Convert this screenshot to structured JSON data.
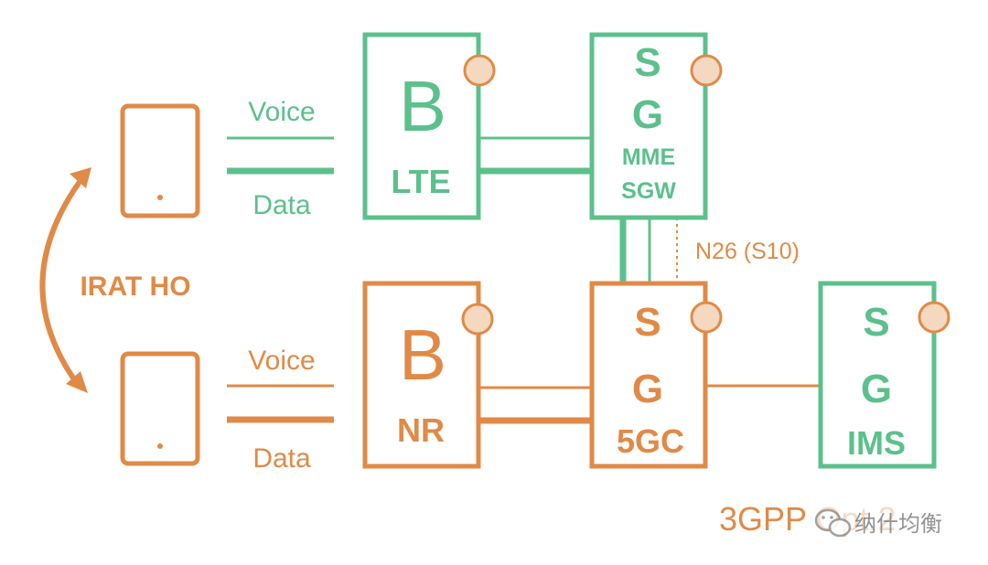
{
  "colors": {
    "lte_green": "#5cc08c",
    "nr_orange": "#e08a47",
    "node_circle_fill": "#f4d8c0",
    "watermark_gray": "#9a9a9a"
  },
  "ue_top": {
    "voice_label": "Voice",
    "data_label": "Data"
  },
  "ue_bottom": {
    "voice_label": "Voice",
    "data_label": "Data"
  },
  "handover": {
    "label": "IRAT HO"
  },
  "enb_lte": {
    "letter": "B",
    "label": "LTE"
  },
  "gnb_nr": {
    "letter": "B",
    "label": "NR"
  },
  "epc": {
    "s_letter": "S",
    "g_letter": "G",
    "label_line1": "MME",
    "label_line2": "SGW"
  },
  "fivegc": {
    "s_letter": "S",
    "g_letter": "G",
    "label": "5GC"
  },
  "ims": {
    "s_letter": "S",
    "g_letter": "G",
    "label": "IMS"
  },
  "interface": {
    "label": "N26 (S10)"
  },
  "footer": {
    "spec_text": "3GPP Opt.2",
    "watermark_text": "纳什均衡",
    "watermark_icon": "wechat-icon"
  }
}
